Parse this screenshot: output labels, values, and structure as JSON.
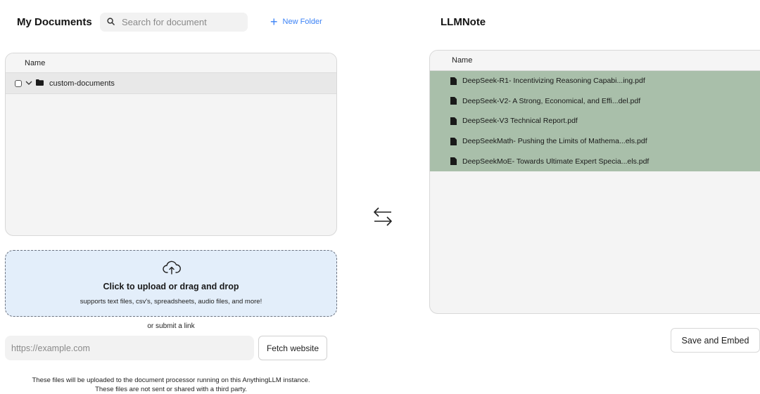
{
  "left": {
    "title": "My Documents",
    "search": {
      "placeholder": "Search for document",
      "value": ""
    },
    "new_folder_label": "New Folder",
    "file_table": {
      "column_header": "Name",
      "folders": [
        {
          "name": "custom-documents",
          "checked": false,
          "expanded": true
        }
      ]
    }
  },
  "upload": {
    "title": "Click to upload or drag and drop",
    "subtitle": "supports text files, csv's, spreadsheets, audio files, and more!",
    "submit_link_label": "or submit a link",
    "url_placeholder": "https://example.com",
    "fetch_label": "Fetch website",
    "note_line1": "These files will be uploaded to the document processor running on this AnythingLLM instance.",
    "note_line2": "These files are not sent or shared with a third party."
  },
  "right": {
    "title": "LLMNote",
    "column_header": "Name",
    "documents": [
      "DeepSeek-R1- Incentivizing Reasoning Capabi...ing.pdf",
      "DeepSeek-V2- A Strong, Economical, and Effi...del.pdf",
      "DeepSeek-V3 Technical Report.pdf",
      "DeepSeekMath- Pushing the Limits of Mathema...els.pdf",
      "DeepSeekMoE- Towards Ultimate Expert Specia...els.pdf"
    ],
    "save_label": "Save and Embed"
  },
  "colors": {
    "accent": "#3b82f6",
    "selected_row_bg": "#a9bfaa",
    "upload_bg": "#e3eefa",
    "panel_bg": "#f4f4f4"
  },
  "icons": {
    "search": "search-icon",
    "new_folder": "plus-icon",
    "folder": "folder-icon",
    "chevron": "chevron-down-icon",
    "upload": "cloud-upload-icon",
    "swap": "swap-arrows-icon",
    "file": "file-icon"
  }
}
